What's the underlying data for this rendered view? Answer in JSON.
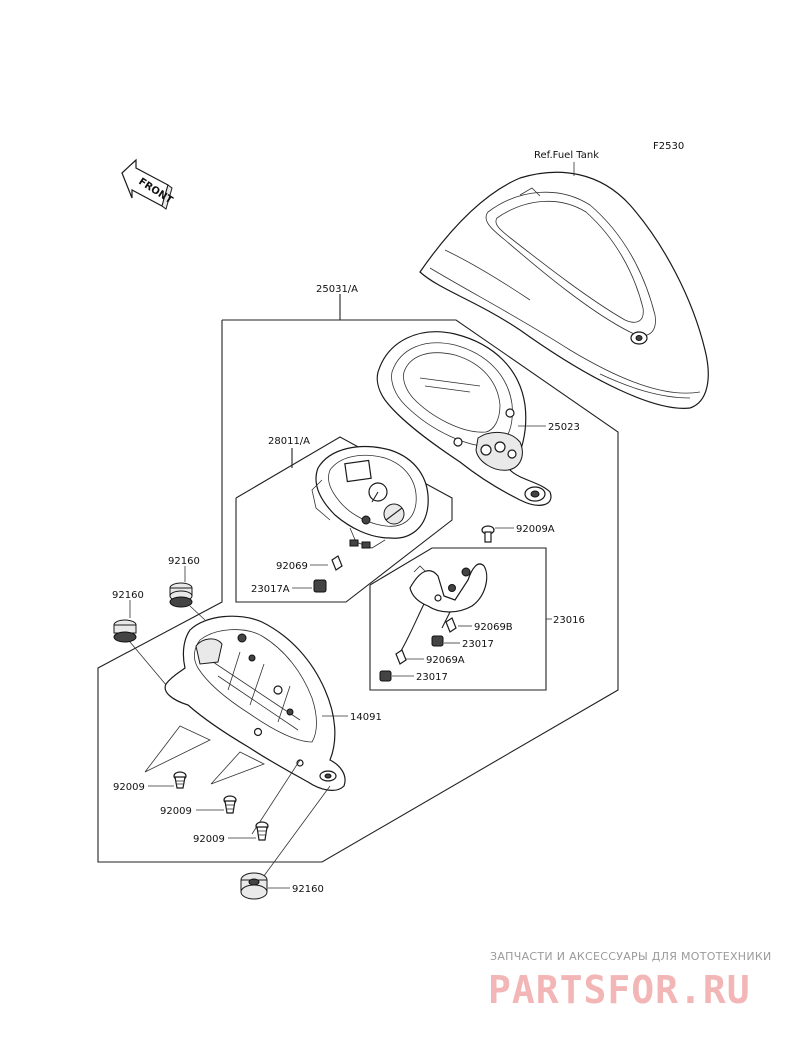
{
  "diagram": {
    "figure_code": "F2530",
    "ref_label": "Ref.Fuel Tank",
    "front_label": "FRONT",
    "callouts": {
      "assy": "25031/A",
      "case_cover": "25023",
      "meter": "28011/A",
      "screw_small_a": "92009A",
      "harness": "23016",
      "bulb_b": "92069B",
      "socket_1": "23017",
      "bulb_a": "92069A",
      "socket_2": "23017",
      "bulb_meter": "92069",
      "socket_meter": "23017A",
      "grommet_top": "92160",
      "grommet_left": "92160",
      "lower_case": "14091",
      "screw_1": "92009",
      "screw_2": "92009",
      "screw_3": "92009",
      "grommet_bottom": "92160"
    }
  },
  "watermark": {
    "tagline": "ЗАПЧАСТИ И АКСЕССУАРЫ ДЛЯ МОТОТЕХНИКИ",
    "logo": "PARTSFOR.RU"
  }
}
